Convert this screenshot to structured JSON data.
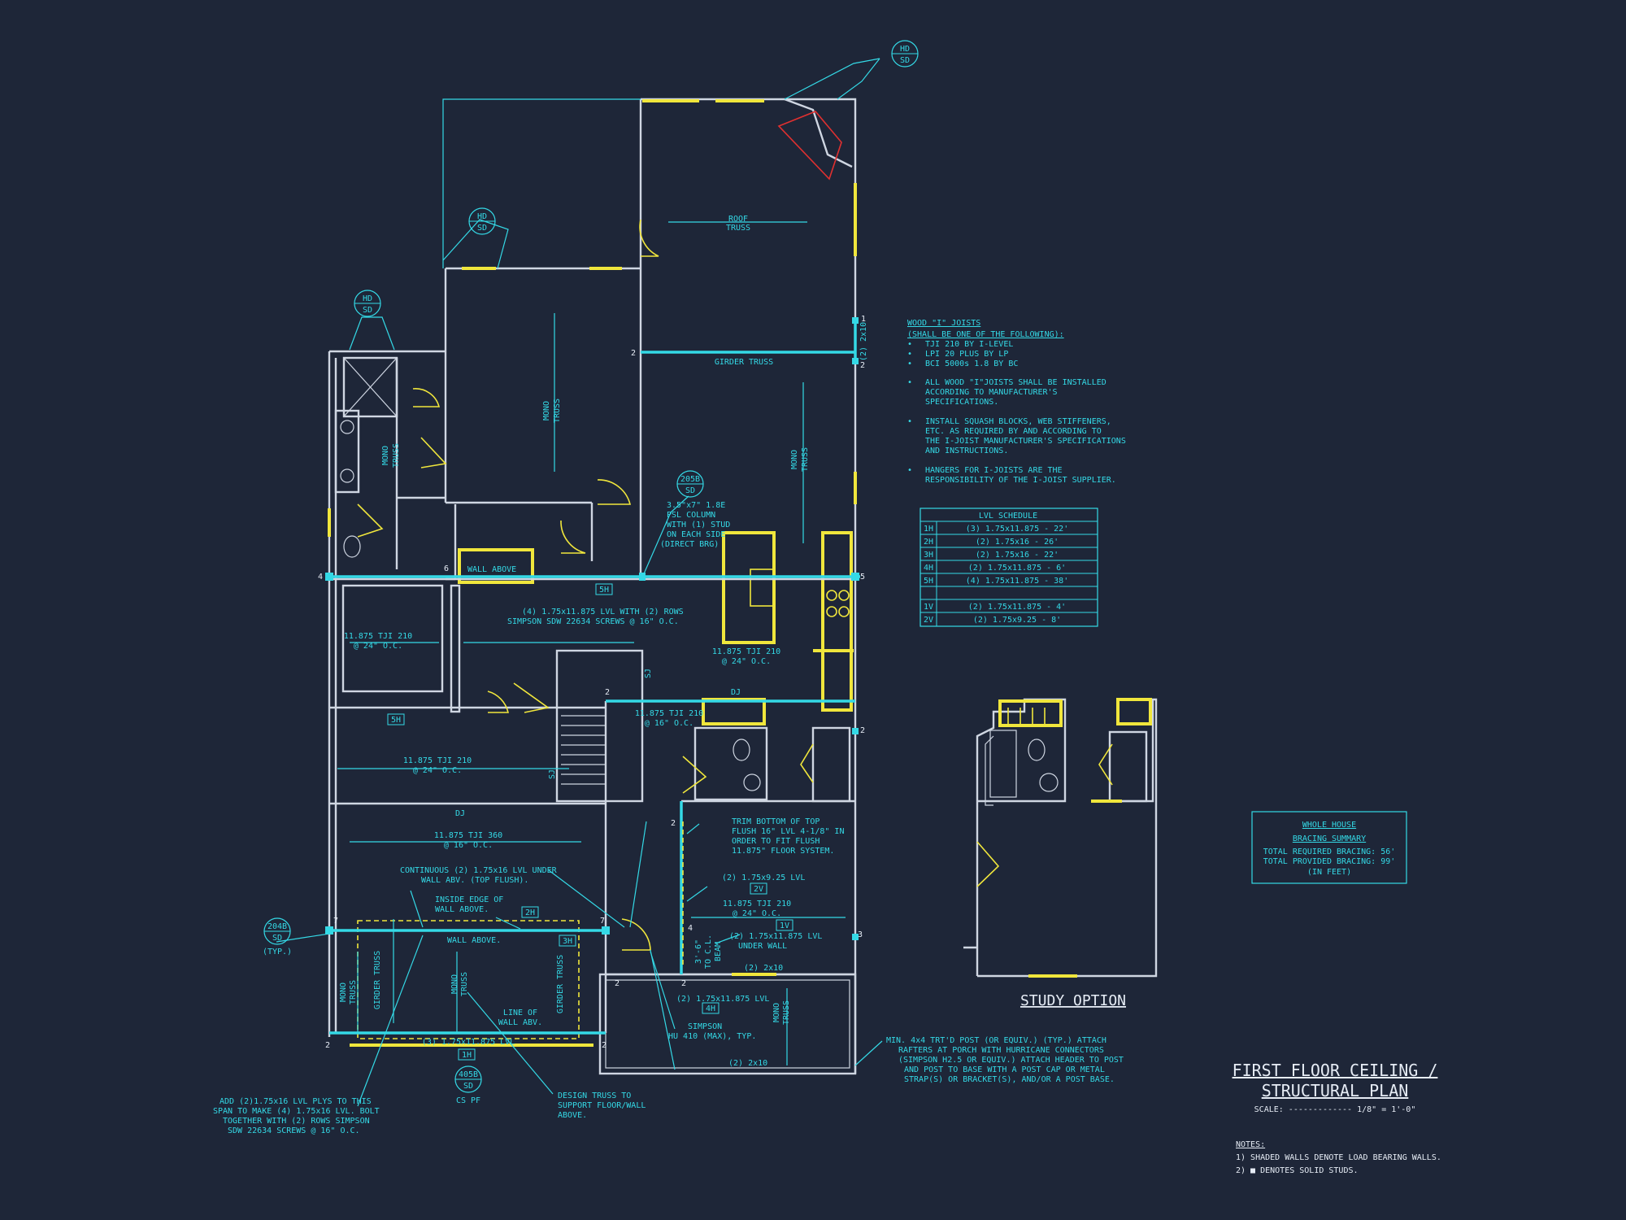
{
  "title": {
    "line1": "FIRST FLOOR CEILING /",
    "line2": "STRUCTURAL PLAN",
    "scale": "SCALE: ------------- 1/8\" = 1'-0\""
  },
  "notes": {
    "heading": "NOTES:",
    "items": [
      "1) SHADED WALLS DENOTE LOAD BEARING WALLS.",
      "2) ■ DENOTES SOLID STUDS."
    ]
  },
  "joists": {
    "heading": "WOOD \"I\" JOISTS",
    "subheading": "(SHALL BE ONE OF THE FOLLOWING):",
    "options": [
      "TJI 210 BY I-LEVEL",
      "LPI 20 PLUS BY LP",
      "BCI 5000s 1.8 BY BC"
    ],
    "bullets": [
      [
        "ALL WOOD \"I\"JOISTS SHALL BE INSTALLED",
        "ACCORDING TO MANUFACTURER'S",
        "SPECIFICATIONS."
      ],
      [
        "INSTALL SQUASH BLOCKS, WEB STIFFENERS,",
        "ETC. AS REQUIRED BY AND ACCORDING TO",
        "THE I-JOIST MANUFACTURER'S SPECIFICATIONS",
        "AND INSTRUCTIONS."
      ],
      [
        "HANGERS FOR I-JOISTS ARE THE",
        "RESPONSIBILITY OF THE I-JOIST SUPPLIER."
      ]
    ]
  },
  "lvl_schedule": {
    "title": "LVL SCHEDULE",
    "rows": [
      {
        "id": "1H",
        "spec": "(3) 1.75x11.875 - 22'"
      },
      {
        "id": "2H",
        "spec": "(2) 1.75x16 - 26'"
      },
      {
        "id": "3H",
        "spec": "(2) 1.75x16 - 22'"
      },
      {
        "id": "4H",
        "spec": "(2) 1.75x11.875 - 6'"
      },
      {
        "id": "5H",
        "spec": "(4) 1.75x11.875 - 38'"
      },
      {
        "id": "",
        "spec": ""
      },
      {
        "id": "1V",
        "spec": "(2) 1.75x11.875 - 4'"
      },
      {
        "id": "2V",
        "spec": "(2) 1.75x9.25 - 8'"
      }
    ]
  },
  "bracing": {
    "title1": "WHOLE HOUSE",
    "title2": "BRACING SUMMARY",
    "line1": "TOTAL REQUIRED BRACING: 56'",
    "line2": "TOTAL PROVIDED BRACING: 99'",
    "line3": "(IN FEET)"
  },
  "study_option": "STUDY OPTION",
  "plan_labels": {
    "roof_truss": [
      "ROOF",
      "TRUSS"
    ],
    "girder_truss_top": "GIRDER TRUSS",
    "mono_truss": [
      "MONO",
      "TRUSS"
    ],
    "psl_column": [
      "3.5\"x7\" 1.8E",
      "PSL COLUMN",
      "WITH (1) STUD",
      "ON EACH SIDE",
      "(DIRECT BRG)"
    ],
    "wall_above_top": "WALL ABOVE",
    "lvl_rows_note": [
      "(4) 1.75x11.875 LVL WITH (2) ROWS",
      "SIMPSON SDW 22634 SCREWS @ 16\" O.C."
    ],
    "tji_24_a": [
      "11.875 TJI 210",
      "@ 24\" O.C."
    ],
    "tji_24_b": [
      "11.875 TJI 210",
      "@ 24\" O.C."
    ],
    "tji_16_a": [
      "11.875 TJI 210",
      "@ 16\" O.C."
    ],
    "tji_24_c": [
      "11.875 TJI 210",
      "@ 24\" O.C."
    ],
    "tji_360": [
      "11.875 TJI 360",
      "@ 16\" O.C."
    ],
    "tji_24_d": [
      "11.875 TJI 210",
      "@ 24\" O.C."
    ],
    "dj": "DJ",
    "trim_note": [
      "TRIM BOTTOM OF TOP",
      "FLUSH 16\" LVL 4-1/8\" IN",
      "ORDER TO FIT FLUSH",
      "11.875\" FLOOR SYSTEM."
    ],
    "lvl_925": "(2) 1.75x9.25 LVL",
    "continuous_note": [
      "CONTINUOUS (2) 1.75x16 LVL UNDER",
      "WALL ABV. (TOP FLUSH)."
    ],
    "inside_edge": [
      "INSIDE EDGE OF",
      "WALL ABOVE."
    ],
    "wall_above_mid": "WALL ABOVE.",
    "lvl_under_wall": [
      "(2) 1.75x11.875 LVL",
      "UNDER WALL"
    ],
    "two_by_ten": "(2) 2x10",
    "two_by_ten_b": "(2) 2x10",
    "two_by_ten_v": "(2) 2x10",
    "lvl_4h": "(2) 1.75x11.875 LVL",
    "simpson_hu": [
      "SIMPSON",
      "HU 410 (MAX), TYP."
    ],
    "beam_label": [
      "3'-6\"",
      "TO C.L.",
      "BEAM"
    ],
    "girder_truss_v": "GIRDER TRUSS",
    "line_of_wall": [
      "LINE OF",
      "WALL ABV."
    ],
    "lvl_1h": "(3) 1.75x11.875 LVL",
    "cs_pf": "CS PF",
    "typ": "(TYP.)",
    "add_note": [
      "ADD (2)1.75x16 LVL PLYS TO THIS",
      "SPAN TO MAKE (4) 1.75x16 LVL.  BOLT",
      "TOGETHER WITH (2) ROWS SIMPSON",
      "SDW 22634 SCREWS @ 16\" O.C."
    ],
    "design_truss": [
      "DESIGN TRUSS TO",
      "SUPPORT FLOOR/WALL",
      "ABOVE."
    ],
    "post_note": [
      "MIN. 4x4 TRT'D POST (OR EQUIV.) (TYP.) ATTACH",
      "RAFTERS AT PORCH WITH HURRICANE CONNECTORS",
      "(SIMPSON H2.5 OR EQUIV.) ATTACH HEADER TO POST",
      "AND POST TO BASE WITH A POST CAP OR METAL",
      "STRAP(S) OR BRACKET(S), AND/OR A POST BASE."
    ],
    "sj": "SJ"
  },
  "tags": {
    "hd_sd_top": [
      "HD",
      "SD"
    ],
    "hd_sd_mid": [
      "HD",
      "SD"
    ],
    "hd_sd_left": [
      "HD",
      "SD"
    ],
    "t205b": [
      "205B",
      "SD"
    ],
    "t204b": [
      "204B",
      "SD"
    ],
    "t405b": [
      "405B",
      "SD"
    ],
    "boxes": [
      "5H",
      "3H",
      "2H",
      "5H",
      "1H",
      "4H",
      "2V",
      "1V"
    ],
    "grid_numbers": [
      "1",
      "2",
      "2",
      "2",
      "4",
      "5",
      "6",
      "2",
      "7",
      "7",
      "2",
      "2",
      "4",
      "3",
      "2",
      "2",
      "2"
    ]
  },
  "colors": {
    "background": "#1e2638",
    "wall": "#cfd6e2",
    "cyan": "#34d9e6",
    "yellow": "#f0e63c",
    "red": "#e03030"
  }
}
